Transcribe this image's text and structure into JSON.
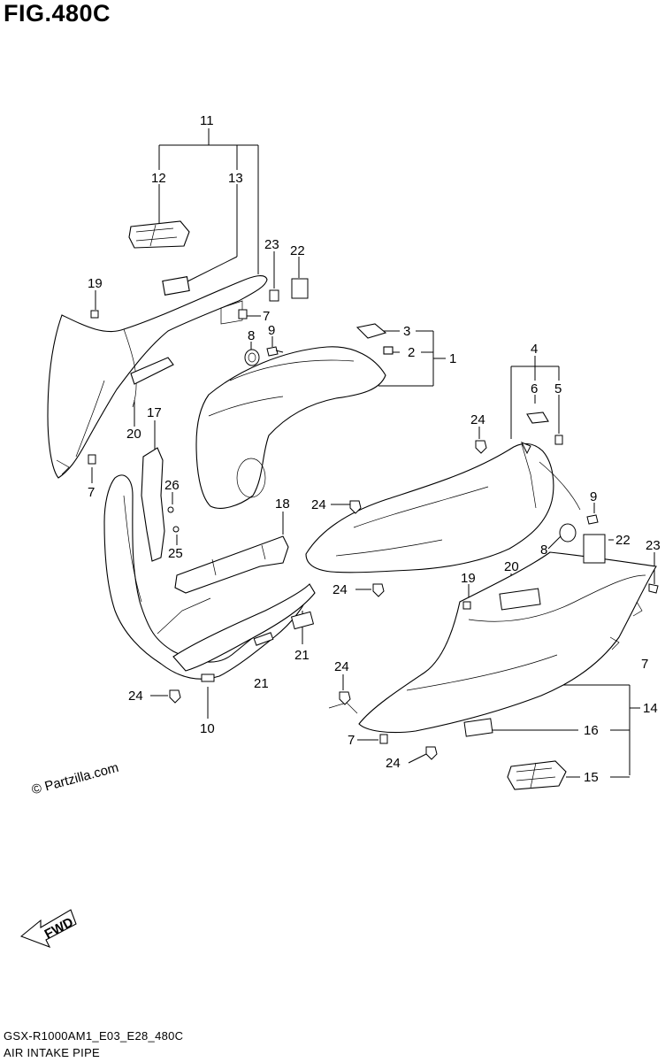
{
  "figure_title": "FIG.480C",
  "copyright": "© Partzilla.com",
  "footer": {
    "model_code": "GSX-R1000AM1_E03_E28_480C",
    "section_name": "AIR INTAKE PIPE"
  },
  "fwd_label": "FWD",
  "callouts": {
    "c11": "11",
    "c12": "12",
    "c13": "13",
    "c19a": "19",
    "c23a": "23",
    "c22a": "22",
    "c7a": "7",
    "c8a": "8",
    "c9a": "9",
    "c3": "3",
    "c2": "2",
    "c1": "1",
    "c20a": "20",
    "c17": "17",
    "c7b": "7",
    "c26": "26",
    "c25": "25",
    "c4": "4",
    "c6": "6",
    "c5": "5",
    "c24a": "24",
    "c9b": "9",
    "c8b": "8",
    "c22b": "22",
    "c23b": "23",
    "c24b": "24",
    "c18": "18",
    "c24c": "24",
    "c20b": "20",
    "c19b": "19",
    "c21a": "21",
    "c7c": "7",
    "c24d": "24",
    "c21b": "21",
    "c24e": "24",
    "c10": "10",
    "c14": "14",
    "c7d": "7",
    "c16": "16",
    "c24f": "24",
    "c15": "15"
  }
}
